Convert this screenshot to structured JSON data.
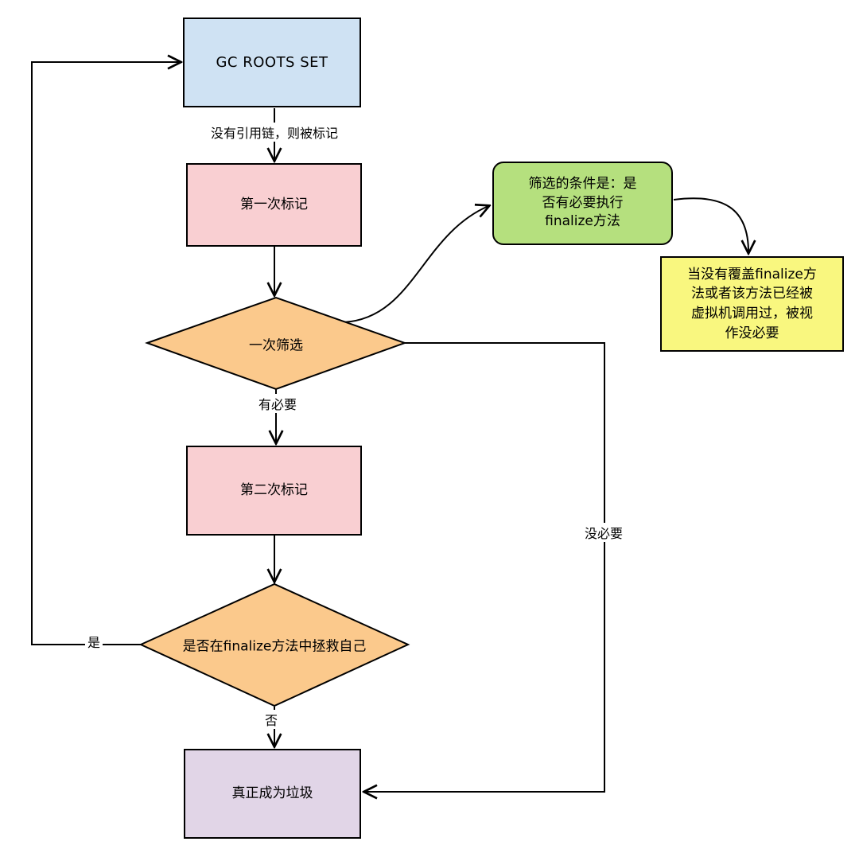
{
  "diagram": {
    "title": "GC finalize flowchart",
    "nodes": {
      "gc_roots": {
        "label": "GC ROOTS SET",
        "fill": "#cfe2f3",
        "shape": "rect"
      },
      "first_mark": {
        "label": "第一次标记",
        "fill": "#f9cfd2",
        "shape": "rect"
      },
      "first_filter": {
        "label": "一次筛选",
        "fill": "#fbc98c",
        "shape": "diamond"
      },
      "filter_condition": {
        "label": "筛选的条件是：是\n否有必要执行\nfinalize方法",
        "fill": "#b5e07e",
        "shape": "rounded-rect"
      },
      "no_need_note": {
        "label": "当没有覆盖finalize方\n法或者该方法已经被\n虚拟机调用过，被视\n作没必要",
        "fill": "#f9f77f",
        "shape": "rect"
      },
      "second_mark": {
        "label": "第二次标记",
        "fill": "#f9cfd2",
        "shape": "rect"
      },
      "self_save": {
        "label": "是否在finalize方法中拯救自己",
        "fill": "#fbc98c",
        "shape": "diamond"
      },
      "garbage": {
        "label": "真正成为垃圾",
        "fill": "#e1d5e7",
        "shape": "rect"
      }
    },
    "edge_labels": {
      "marked": "没有引用链，则被标记",
      "necessary": "有必要",
      "not_necessary": "没必要",
      "yes": "是",
      "no": "否"
    },
    "colors": {
      "stroke": "#000000",
      "background": "#ffffff"
    }
  }
}
